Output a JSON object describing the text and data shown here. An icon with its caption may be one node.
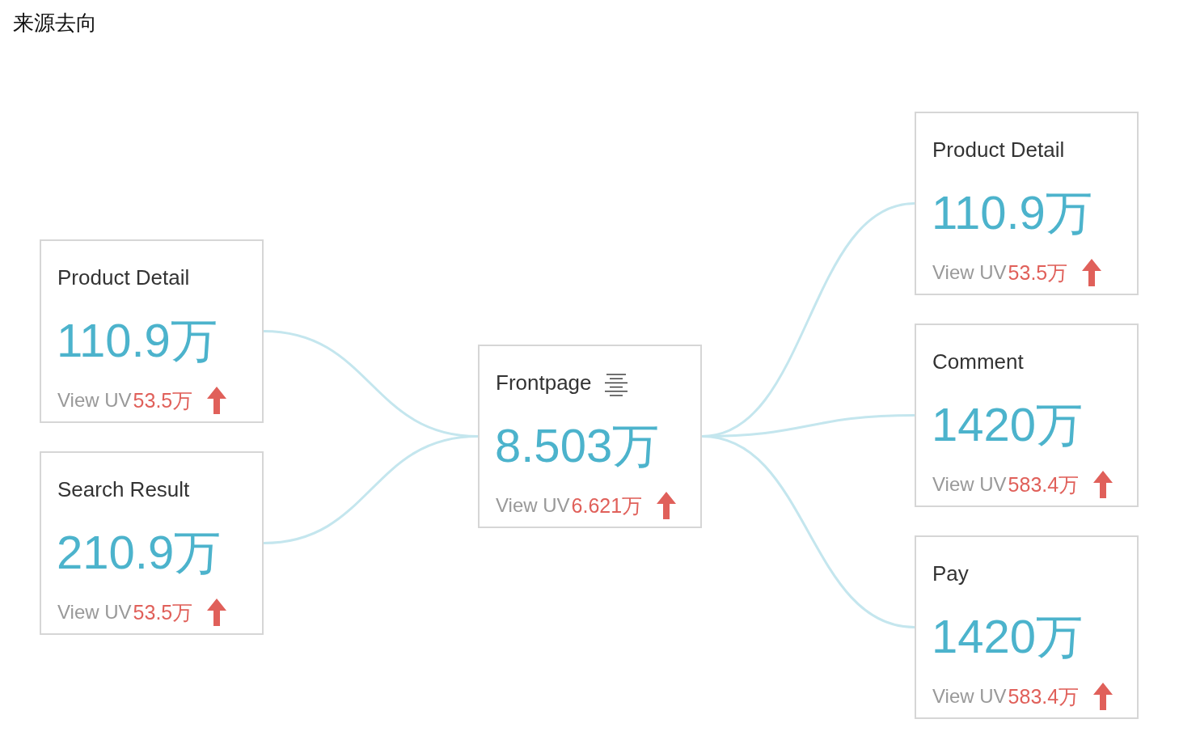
{
  "diagram": {
    "title": "来源去向",
    "nodes": [
      {
        "text": [
          "Product Detail",
          "110.9万",
          "View UV",
          "53.5万"
        ]
      },
      {
        "text": [
          "Search Result",
          "210.9万",
          "View UV",
          "53.5万"
        ]
      },
      {
        "text": [
          "Frontpage",
          "8.503万",
          "View UV",
          "6.621万"
        ]
      },
      {
        "text": [
          "Product Detail",
          "110.9万",
          "View UV",
          "53.5万"
        ]
      },
      {
        "text": [
          "Comment",
          "1420万",
          "View UV",
          "583.4万"
        ]
      },
      {
        "text": [
          "Pay",
          "1420万",
          "View UV",
          "583.4万"
        ]
      }
    ],
    "edges": [
      {
        "from": 0,
        "to": 2,
        "arrow": "none"
      },
      {
        "from": 1,
        "to": 2,
        "arrow": "none"
      },
      {
        "from": 2,
        "to": 3,
        "arrow": "none"
      },
      {
        "from": 2,
        "to": 4,
        "arrow": "none"
      },
      {
        "from": 2,
        "to": 5,
        "arrow": "none"
      }
    ]
  }
}
